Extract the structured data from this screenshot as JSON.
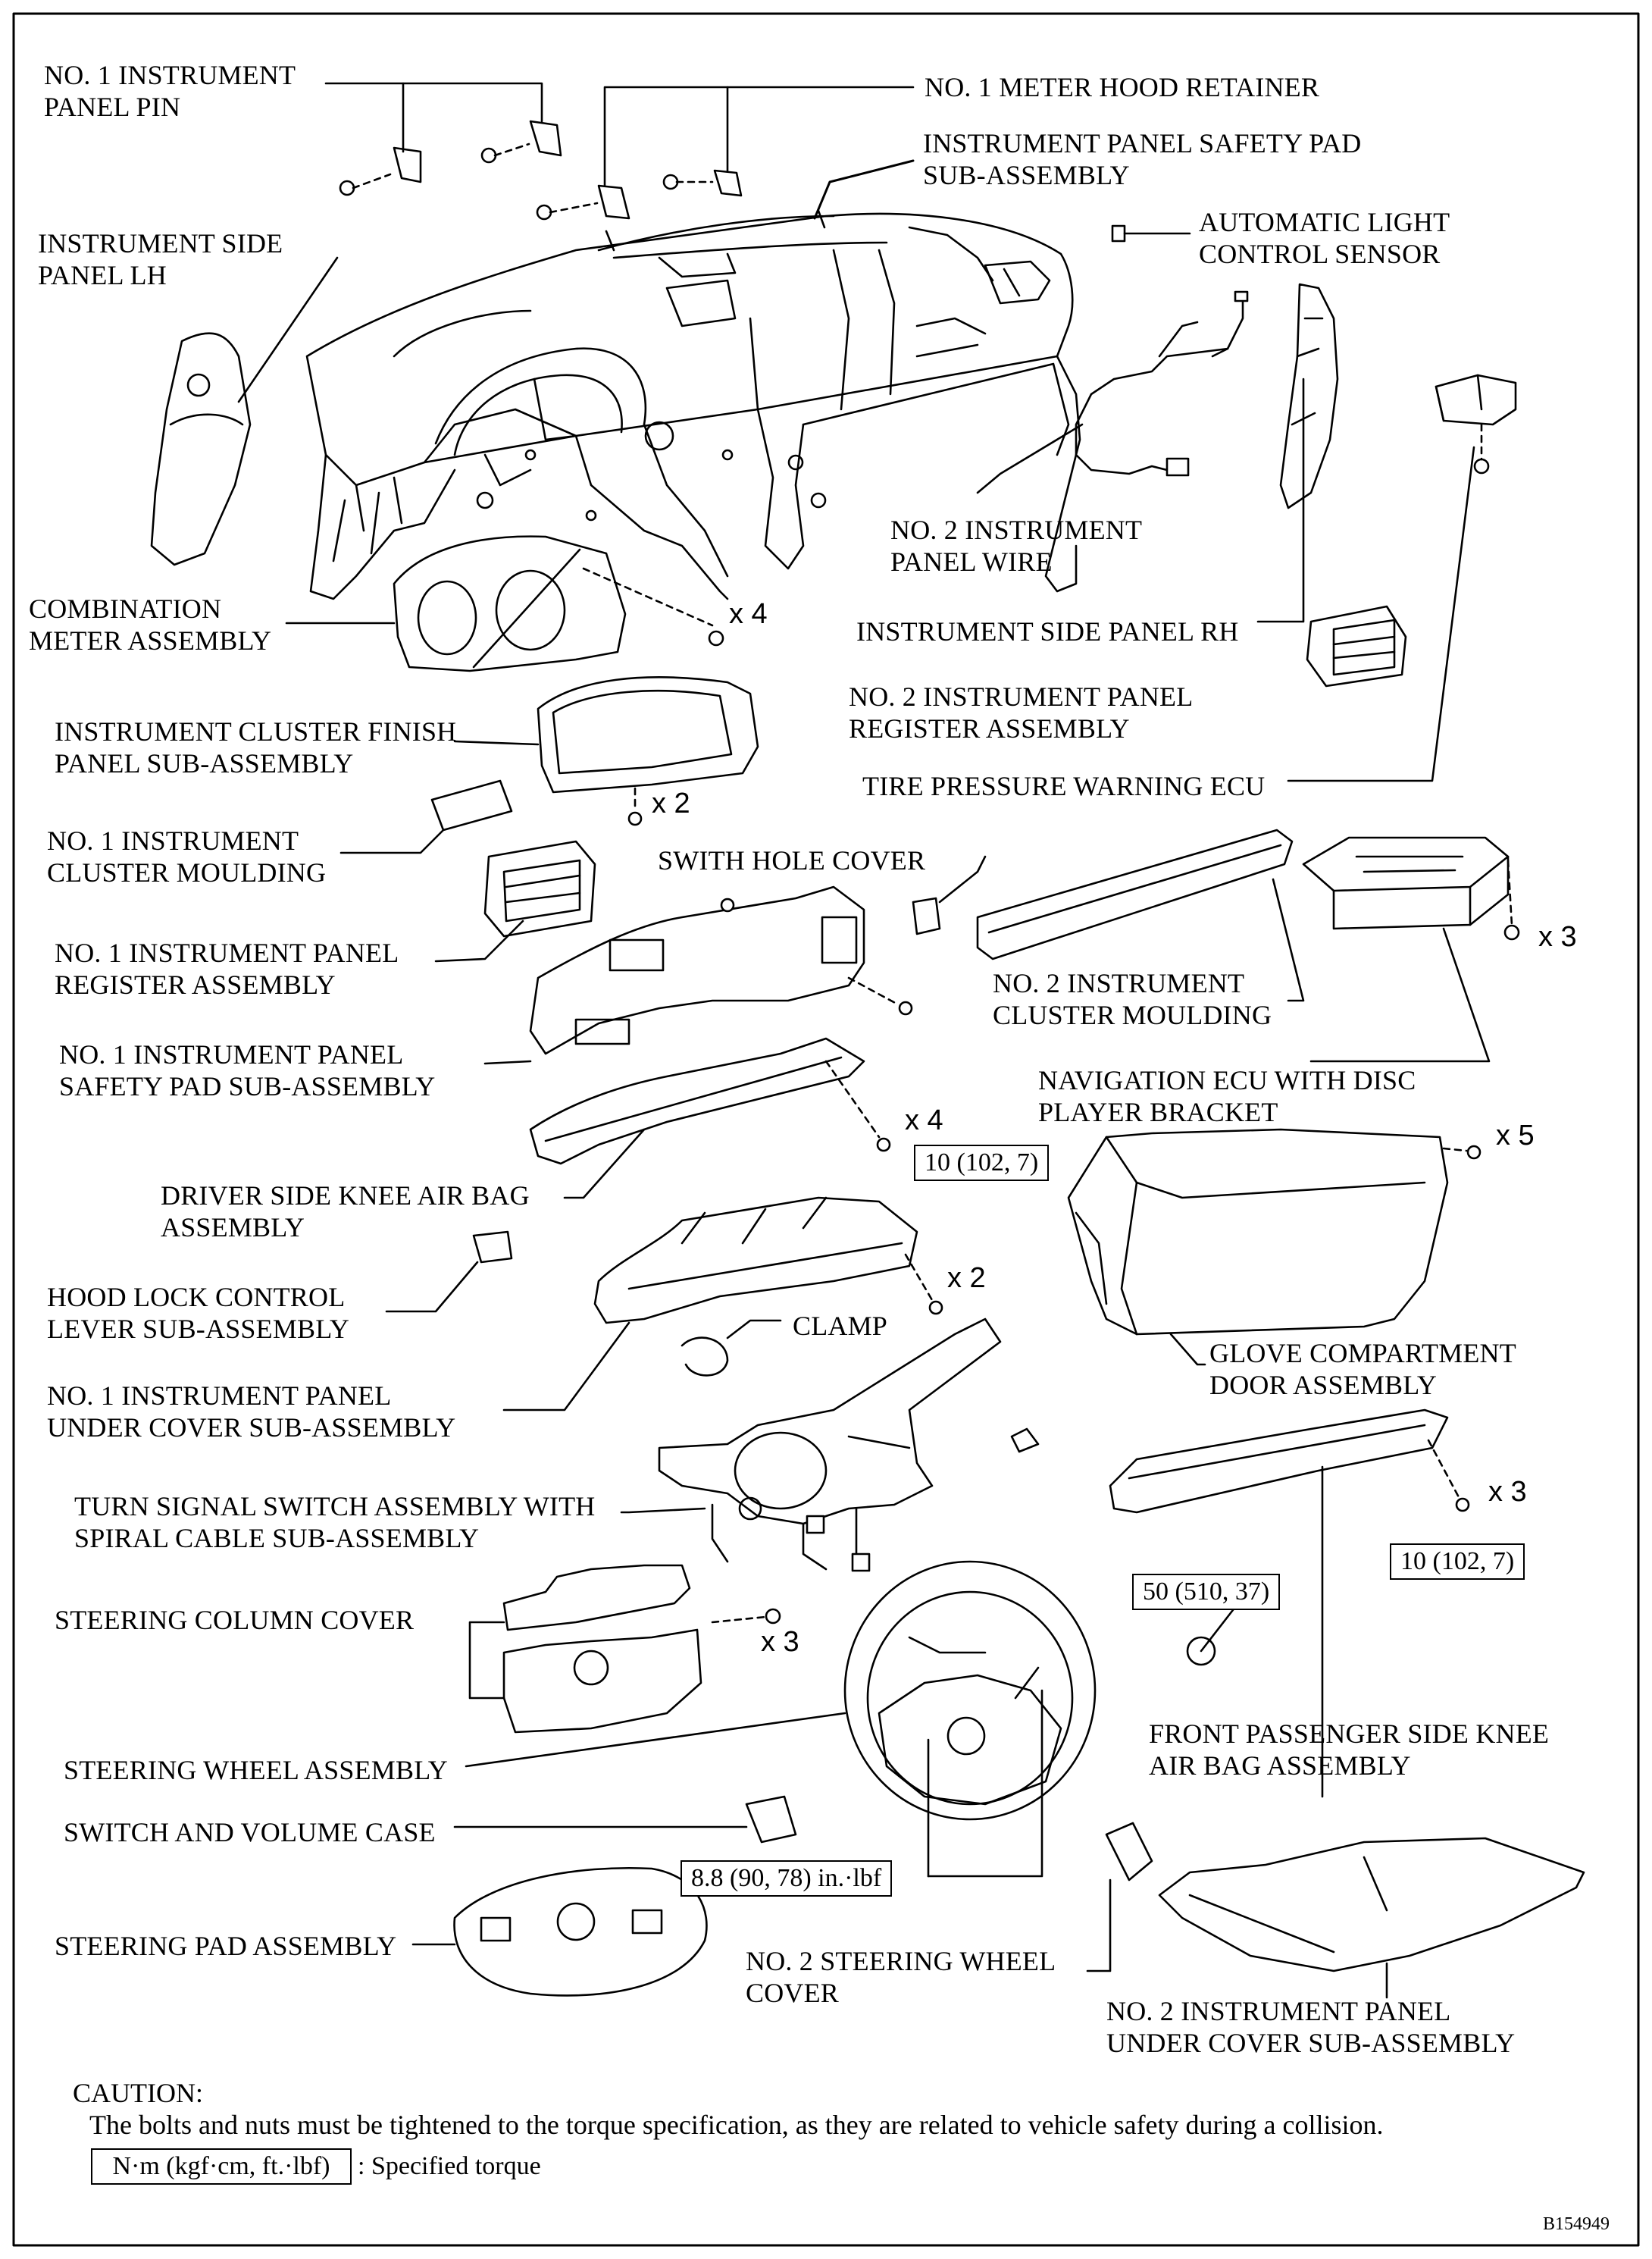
{
  "labels": {
    "instrument_panel_pin": [
      "NO. 1 INSTRUMENT",
      "PANEL PIN"
    ],
    "meter_hood_retainer": [
      "NO. 1 METER HOOD RETAINER"
    ],
    "safety_pad": [
      "INSTRUMENT PANEL SAFETY PAD",
      "SUB-ASSEMBLY"
    ],
    "side_panel_lh": [
      "INSTRUMENT SIDE",
      "PANEL LH"
    ],
    "light_sensor": [
      "AUTOMATIC LIGHT",
      "CONTROL SENSOR"
    ],
    "panel_wire": [
      "NO. 2 INSTRUMENT",
      "PANEL WIRE"
    ],
    "combination_meter": [
      "COMBINATION",
      "METER ASSEMBLY"
    ],
    "side_panel_rh": [
      "INSTRUMENT SIDE PANEL RH"
    ],
    "register_2": [
      "NO. 2 INSTRUMENT PANEL",
      "REGISTER ASSEMBLY"
    ],
    "cluster_finish": [
      "INSTRUMENT CLUSTER FINISH",
      "PANEL SUB-ASSEMBLY"
    ],
    "tire_pressure_ecu": [
      "TIRE PRESSURE WARNING ECU"
    ],
    "cluster_moulding_1": [
      "NO. 1 INSTRUMENT",
      "CLUSTER MOULDING"
    ],
    "switch_hole_cover": [
      "SWITH HOLE COVER"
    ],
    "register_1": [
      "NO. 1 INSTRUMENT PANEL",
      "REGISTER ASSEMBLY"
    ],
    "cluster_moulding_2": [
      "NO. 2 INSTRUMENT",
      "CLUSTER MOULDING"
    ],
    "safety_pad_1": [
      "NO. 1 INSTRUMENT PANEL",
      "SAFETY PAD SUB-ASSEMBLY"
    ],
    "navigation_ecu": [
      "NAVIGATION ECU WITH DISC",
      "PLAYER BRACKET"
    ],
    "driver_knee_airbag": [
      "DRIVER SIDE KNEE AIR BAG",
      "ASSEMBLY"
    ],
    "hood_lock_lever": [
      "HOOD LOCK CONTROL",
      "LEVER SUB-ASSEMBLY"
    ],
    "clamp": [
      "CLAMP"
    ],
    "glove_compartment": [
      "GLOVE COMPARTMENT",
      "DOOR ASSEMBLY"
    ],
    "under_cover_1": [
      "NO. 1 INSTRUMENT PANEL",
      "UNDER COVER SUB-ASSEMBLY"
    ],
    "turn_signal_switch": [
      "TURN SIGNAL SWITCH ASSEMBLY WITH",
      "SPIRAL CABLE SUB-ASSEMBLY"
    ],
    "column_cover": [
      "STEERING COLUMN COVER"
    ],
    "passenger_knee_airbag": [
      "FRONT PASSENGER SIDE KNEE",
      "AIR BAG ASSEMBLY"
    ],
    "steering_wheel": [
      "STEERING WHEEL ASSEMBLY"
    ],
    "volume_case": [
      "SWITCH AND VOLUME CASE"
    ],
    "steering_pad": [
      "STEERING PAD ASSEMBLY"
    ],
    "wheel_cover_2": [
      "NO. 2 STEERING WHEEL",
      "COVER"
    ],
    "under_cover_2": [
      "NO. 2 INSTRUMENT PANEL",
      "UNDER COVER SUB-ASSEMBLY"
    ]
  },
  "quantities": {
    "meter_bolts": "x 4",
    "finish_panel_screws": "x 2",
    "nav_ecu_bolts": "x 3",
    "knee_airbag_bolts": "x 4",
    "glove_bolts": "x 5",
    "under_cover_bolts": "x 2",
    "passenger_airbag_bolts": "x 3",
    "column_cover_screws": "x 3"
  },
  "torques": {
    "driver_knee_airbag": "10 (102, 7)",
    "passenger_knee_airbag": "10 (102, 7)",
    "steering_wheel_nut": "50 (510, 37)",
    "steering_pad_screw": "8.8 (90, 78) in.·lbf"
  },
  "caution": {
    "title": "CAUTION:",
    "text": "The bolts and nuts must be tightened to the torque specification, as they are related to vehicle safety during a collision."
  },
  "legend": {
    "unit_box": "N·m (kgf·cm, ft.·lbf)",
    "meaning": ": Specified torque"
  },
  "figure_id": "B154949"
}
